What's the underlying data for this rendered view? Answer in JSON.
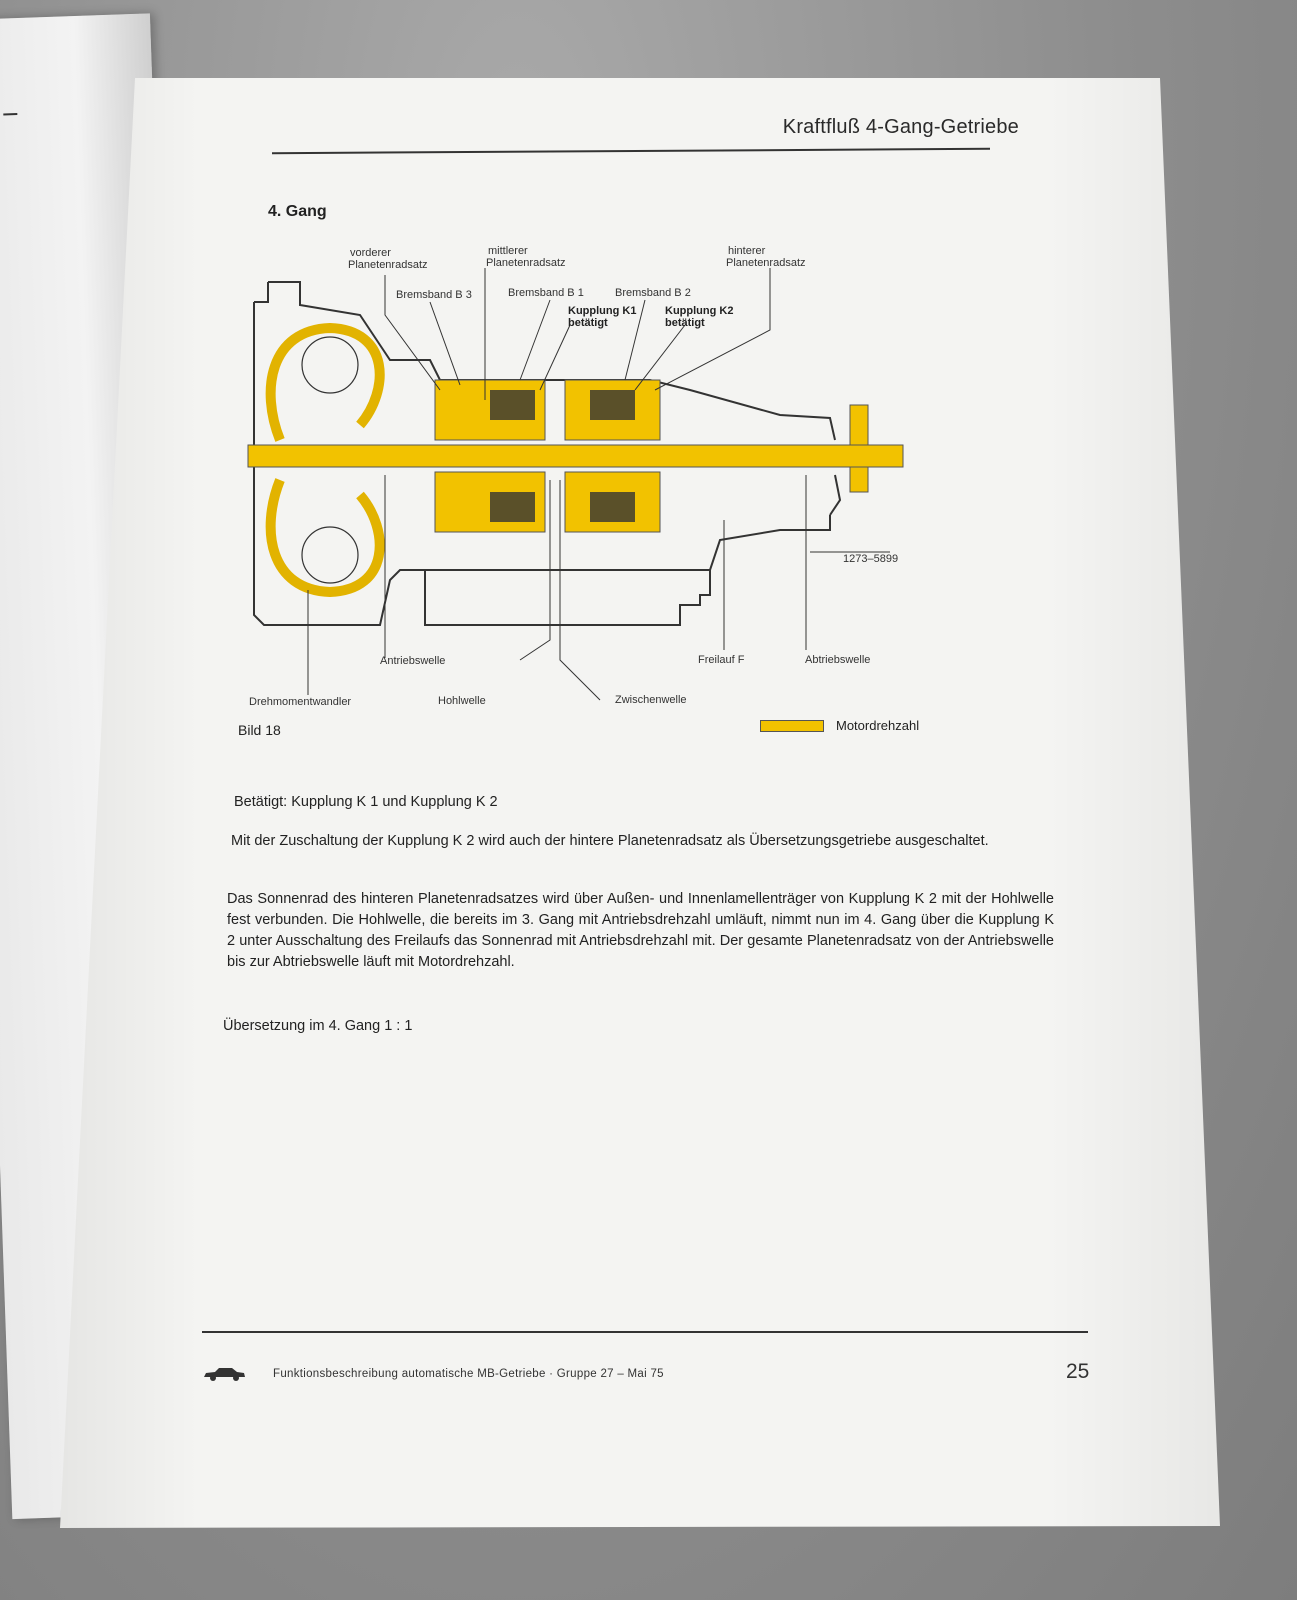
{
  "header": {
    "title": "Kraftfluß 4-Gang-Getriebe"
  },
  "section": {
    "title": "4. Gang"
  },
  "diagram": {
    "labels": {
      "vorderer": "vorderer",
      "vorderer2": "Planetenradsatz",
      "mittlerer": "mittlerer",
      "mittlerer2": "Planetenradsatz",
      "hinterer": "hinterer",
      "hinterer2": "Planetenradsatz",
      "b3": "Bremsband B 3",
      "b1": "Bremsband B 1",
      "b2": "Bremsband B 2",
      "k1a": "Kupplung K1",
      "k1b": "betätigt",
      "k2a": "Kupplung K2",
      "k2b": "betätigt",
      "code": "1273–5899",
      "antriebswelle": "Antriebswelle",
      "freilauf": "Freilauf F",
      "abtriebswelle": "Abtriebswelle",
      "drehmomentwandler": "Drehmomentwandler",
      "hohlwelle": "Hohlwelle",
      "zwischenwelle": "Zwischenwelle"
    },
    "highlight_color": "#f2c200"
  },
  "figure": {
    "label": "Bild  18"
  },
  "legend": {
    "label": "Motordrehzahl"
  },
  "body": {
    "p1": "Betätigt: Kupplung K 1 und Kupplung K 2",
    "p2": "Mit der Zuschaltung der Kupplung K 2 wird auch der hintere Planetenradsatz als Übersetzungsgetriebe ausgeschaltet.",
    "p3": "Das Sonnenrad des hinteren Planetenradsatzes wird über Außen- und Innenlamellenträger von Kupplung K 2 mit der Hohlwelle fest verbunden. Die Hohlwelle, die bereits im 3. Gang mit Antriebsdrehzahl umläuft, nimmt nun im 4. Gang über die Kupplung K 2 unter Ausschaltung des Freilaufs das Sonnenrad mit Antriebsdrehzahl mit. Der gesamte Planetenradsatz von der Antriebswelle bis zur Abtriebswelle läuft mit Motordrehzahl.",
    "p4": "Übersetzung im 4. Gang  1 : 1"
  },
  "footer": {
    "text": "Funktionsbeschreibung automatische MB-Getriebe · Gruppe 27 – Mai 75",
    "page": "25"
  }
}
